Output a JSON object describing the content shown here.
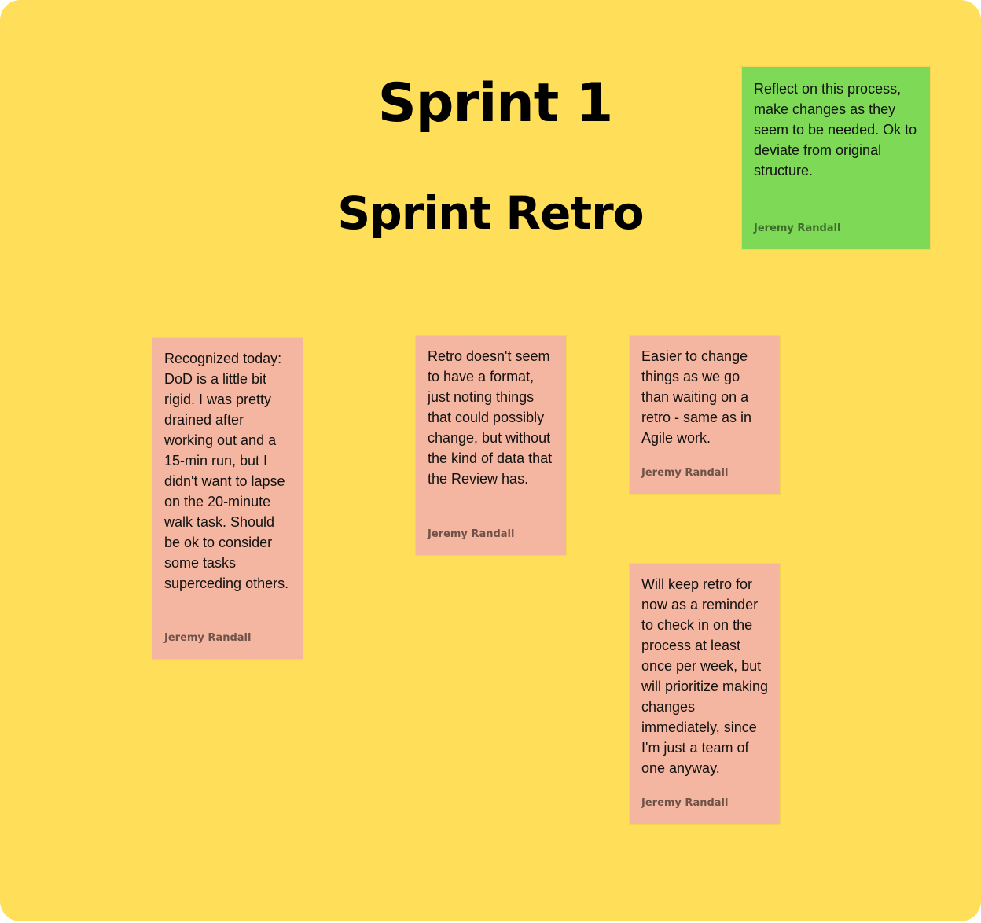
{
  "board": {
    "background_color": "#FFDE59",
    "title": "Sprint 1",
    "subtitle": "Sprint Retro"
  },
  "colors": {
    "sticky_pink": "#F4B6A0",
    "sticky_green": "#7ED957",
    "text": "#111111"
  },
  "stickies": [
    {
      "color": "green",
      "text": "Reflect on this process, make changes as they seem to be needed.  Ok to deviate from original structure.",
      "author": "Jeremy Randall"
    },
    {
      "color": "pink",
      "text": "Recognized today: DoD is a little bit rigid.  I was pretty drained after working out and a 15-min run, but I didn't want to lapse on the 20-minute walk task.  Should be ok to consider some tasks superceding others.",
      "author": "Jeremy Randall"
    },
    {
      "color": "pink",
      "text": "Retro doesn't seem to have a format, just noting things that could possibly change, but without the kind of data that the Review has.",
      "author": "Jeremy Randall"
    },
    {
      "color": "pink",
      "text": "Easier to change things as we go than waiting on a retro - same as in Agile work.",
      "author": "Jeremy Randall"
    },
    {
      "color": "pink",
      "text": "Will keep retro for now as a reminder to check in on the process at least once per week, but will prioritize making changes immediately, since I'm just a team of one anyway.",
      "author": "Jeremy Randall"
    }
  ]
}
